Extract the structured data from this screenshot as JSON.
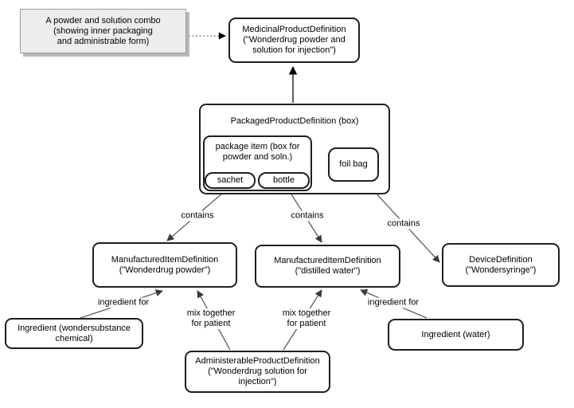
{
  "note": {
    "text": "A powder and solution combo\n(showing inner packaging\nand administrable form)"
  },
  "nodes": {
    "medicinal_product": "MedicinalProductDefinition\n(\"Wonderdrug powder and\nsolution for injection\")",
    "packaged_product": "PackagedProductDefinition (box)",
    "package_item": "package item (box for\npowder and soln.)",
    "sachet": "sachet",
    "bottle": "bottle",
    "foil_bag": "foil bag",
    "manufactured_item_powder": "ManufacturedItemDefinition\n(\"Wonderdrug powder\")",
    "manufactured_item_water": "ManufacturedItemDefinition\n(\"distilled water\")",
    "device_definition": "DeviceDefinition\n(\"Wondersyringe\")",
    "ingredient_chemical": "Ingredient (wondersubstance\nchemical)",
    "administrable_product": "AdministerableProductDefinition\n(\"Wonderdrug solution for\ninjection\")",
    "ingredient_water": "Ingredient (water)"
  },
  "edge_labels": {
    "contains_sachet": "contains",
    "contains_bottle": "contains",
    "contains_foil_bag": "contains",
    "ingredient_for_powder": "ingredient for",
    "mix_together_left": "mix together\nfor patient",
    "mix_together_right": "mix together\nfor patient",
    "ingredient_for_water": "ingredient for"
  },
  "colors": {
    "node_border": "#1f1f1f",
    "note_fill": "#ededed",
    "note_border": "#9a9a9a",
    "connector": "#5f5f5f",
    "arrowhead": "#000000",
    "background": "#ffffff"
  }
}
